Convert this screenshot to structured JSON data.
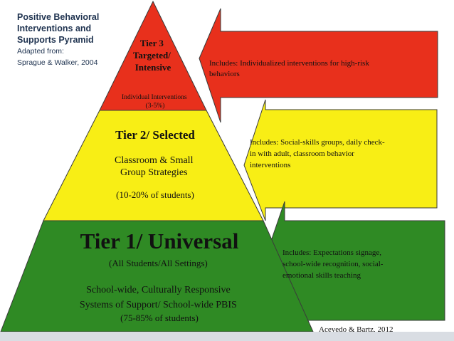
{
  "header": {
    "title": "Positive Behavioral Interventions and Supports Pyramid",
    "adapted_label": "Adapted from:",
    "source": "Sprague & Walker, 2004"
  },
  "tiers": [
    {
      "heading_lines": [
        "Tier 3",
        "Targeted/",
        "Intensive"
      ],
      "sub_lines": [
        "Individual Interventions",
        "(3-5%)"
      ],
      "arrow_lines": [
        "Includes: Individualized interventions for high-risk",
        "behaviors"
      ],
      "color": "#e8301c"
    },
    {
      "heading_lines": [
        "Tier 2/ Selected"
      ],
      "sub_lines": [
        "Classroom & Small",
        "Group Strategies",
        "(10-20% of students)"
      ],
      "arrow_lines": [
        "Includes: Social-skills groups, daily check-",
        "in with adult, classroom behavior",
        "interventions"
      ],
      "color": "#f8ee15"
    },
    {
      "heading_lines": [
        "Tier 1/ Universal"
      ],
      "sub_lines": [
        "(All Students/All Settings)",
        "School-wide, Culturally Responsive",
        "Systems of Support/ School-wide PBIS",
        "(75-85% of students)"
      ],
      "arrow_lines": [
        "Includes: Expectations signage,",
        "school-wide recognition, social-",
        "emotional skills teaching"
      ],
      "color": "#2f8a24"
    }
  ],
  "credit": "Acevedo & Bartz, 2012",
  "colors": {
    "outline": "#3a3a3a",
    "text": "#111111",
    "background": "#ffffff"
  }
}
